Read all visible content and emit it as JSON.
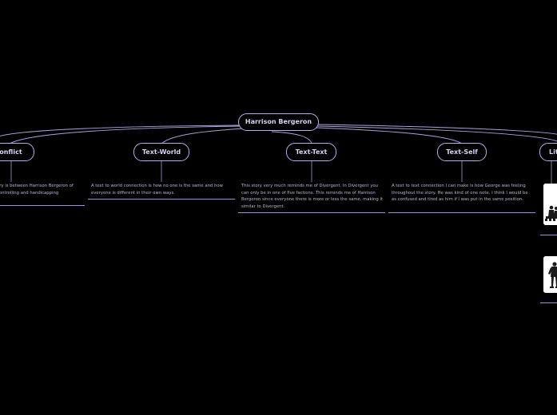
{
  "root": {
    "label": "Harrison Bergeron"
  },
  "branches": [
    {
      "label": "Conflict",
      "note": "ory is between Harrison Bergeron of controlling and handicapping"
    },
    {
      "label": "Text-World",
      "note": "A text to world connection is how no one is the same and how everyone is different in their own ways."
    },
    {
      "label": "Text-Text",
      "note": "This story very much reminds me of Divergent. In Divergent you can only be in one of five factions. This reminds me of Harrison Bergeron since everyone there is more or less the same, making it similar to Divergent."
    },
    {
      "label": "Text-Self",
      "note": "A text to text connection I can make is how George was feeling throughout the story. He was kind of one note, I think I would be as confused and tired as him if I was put in the same position."
    },
    {
      "label": "Lit"
    }
  ],
  "images": [
    {
      "icon": "illustration-group-image"
    },
    {
      "icon": "illustration-figure-image"
    }
  ],
  "colors": {
    "background": "#000000",
    "node_border": "#b8b0e8",
    "node_text": "#d8d4f2",
    "connector": "#aaa2dc",
    "note_text": "#bdb8d6",
    "rule": "#9d94d8"
  }
}
